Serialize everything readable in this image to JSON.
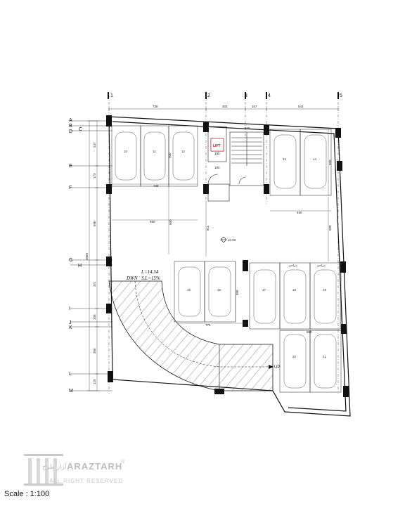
{
  "plan": {
    "grid_columns": [
      "1",
      "2",
      "3",
      "4",
      "5"
    ],
    "grid_rows": [
      "A",
      "B",
      "C",
      "D",
      "E",
      "F",
      "G",
      "H",
      "I",
      "J",
      "K",
      "L",
      "M"
    ],
    "top_dimensions": [
      "738",
      "303",
      "157",
      "542"
    ],
    "left_dimensions": [
      "247",
      "173",
      "550",
      "2060",
      "371",
      "100",
      "356",
      "129"
    ],
    "interior_dimensions": [
      "738",
      "650",
      "500",
      "500",
      "450",
      "500",
      "500",
      "811",
      "773",
      "650",
      "500",
      "180",
      "180",
      "240"
    ],
    "parking_numbers": [
      "10",
      "11",
      "12",
      "13",
      "14",
      "15",
      "16",
      "17",
      "18",
      "19",
      "20",
      "21"
    ],
    "lift_label": "LIFT",
    "ramp_length": "L=14.54",
    "ramp_direction": "DWN",
    "ramp_slope": "S.L=15%",
    "up_label": "UP",
    "level_mark": "±0.00",
    "persian_labels": [
      "مزاحم",
      "مزاحم"
    ]
  },
  "footer": {
    "scale": "Scale : 1:100",
    "brand_name": "ARAZTARH",
    "brand_rights": "ALL RIGHT RESERVED",
    "brand_reg": "®",
    "brand_persian": "آراز طرح"
  }
}
